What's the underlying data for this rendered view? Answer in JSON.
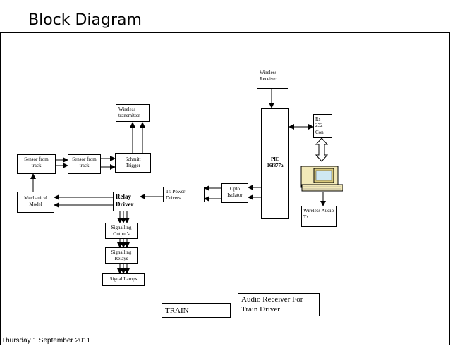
{
  "slide": {
    "title": "Block Diagram",
    "footer": "Thursday 1 September 2011"
  },
  "blocks": {
    "wireless_receiver": "Wireless\nReceiver",
    "wireless_transmitter": "Wireless\ntransmitter",
    "pic": "PIC\n16f877a",
    "rs232": "Rs\n232\nCon",
    "sensor_track_1": "Sensor from\ntrack",
    "sensor_track_2": "Sensor from\ntrack",
    "schmitt_trigger": "Schmitt\nTrigger",
    "mechanical_model": "Mechanical\nModel",
    "relay_driver": "Relay\nDriver",
    "tr_power_drivers": "Tr. Power\nDrivers",
    "opto_isolator": "Opto\nIsolator",
    "wireless_audio_tx": "Wireless Audio\nTx",
    "signalling_outputs": "Signalling\nOutput's",
    "signalling_relays": "Signalling\nRelays",
    "signal_lamps": "Signal Lamps",
    "train": "TRAIN",
    "audio_receiver": "Audio Receiver For\nTrain Driver"
  },
  "icons": {
    "computer": "computer-icon"
  }
}
